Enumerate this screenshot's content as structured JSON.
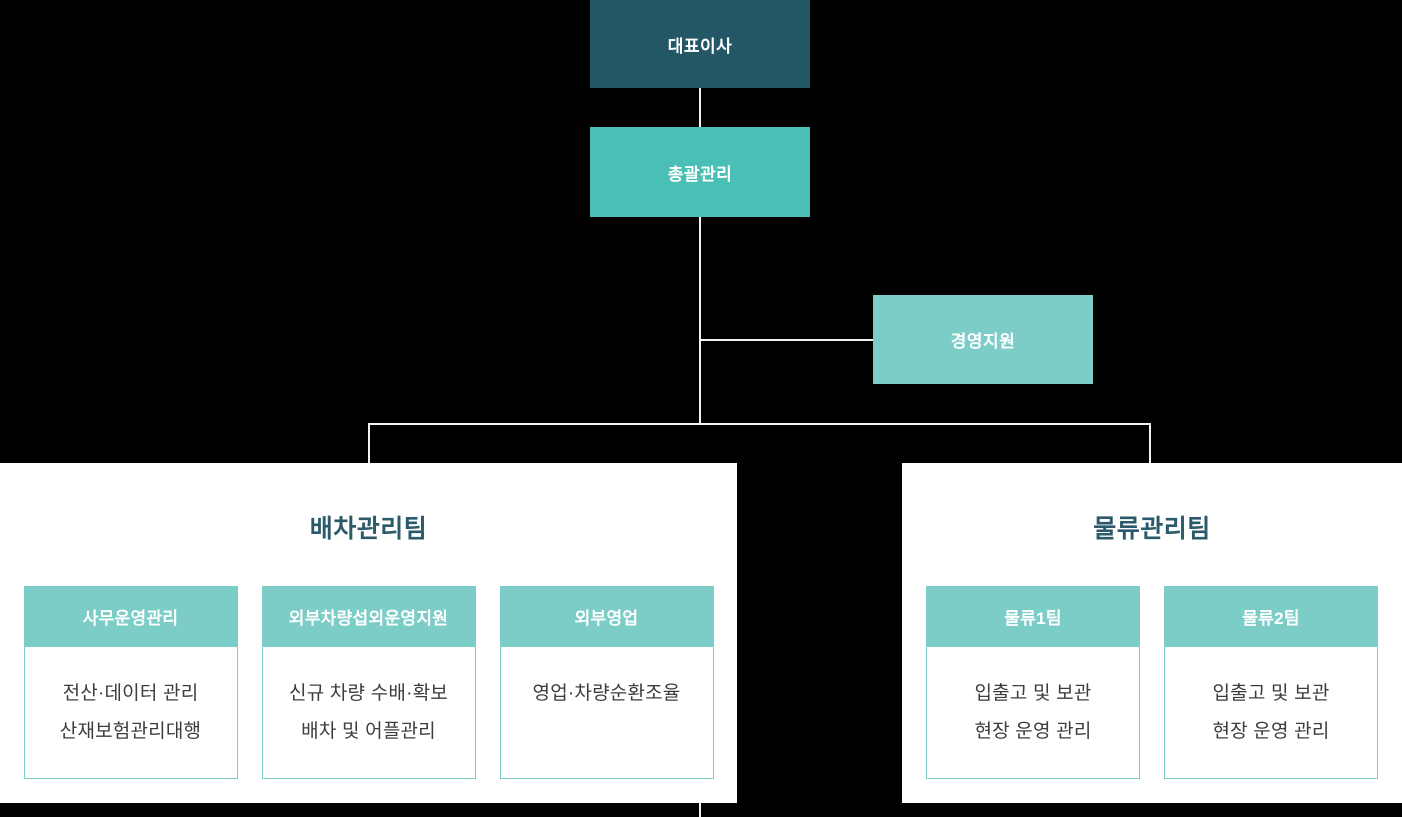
{
  "background": "#000000",
  "colors": {
    "ceo_box": "#235766",
    "general_management_box": "#4ABFB5",
    "support_box": "#7CCDC8",
    "dept_header": "#7CCDC8",
    "panel_bg": "#ffffff",
    "panel_title_text": "#2B5A6B",
    "duty_text": "#3d3d3d",
    "connector_line": "#f1f1f1"
  },
  "org_chart": {
    "ceo": {
      "label": "대표이사"
    },
    "general_management": {
      "label": "총괄관리"
    },
    "management_support": {
      "label": "경영지원"
    },
    "teams": [
      {
        "title": "배차관리팀",
        "departments": [
          {
            "name": "사무운영관리",
            "duties": [
              "전산·데이터 관리",
              "산재보험관리대행"
            ]
          },
          {
            "name": "외부차량섭외운영지원",
            "duties": [
              "신규 차량 수배·확보",
              "배차 및 어플관리"
            ]
          },
          {
            "name": "외부영업",
            "duties": [
              "영업·차량순환조율"
            ]
          }
        ]
      },
      {
        "title": "물류관리팀",
        "departments": [
          {
            "name": "물류1팀",
            "duties": [
              "입출고 및 보관",
              "현장 운영 관리"
            ]
          },
          {
            "name": "물류2팀",
            "duties": [
              "입출고 및 보관",
              "현장 운영 관리"
            ]
          }
        ]
      }
    ]
  }
}
